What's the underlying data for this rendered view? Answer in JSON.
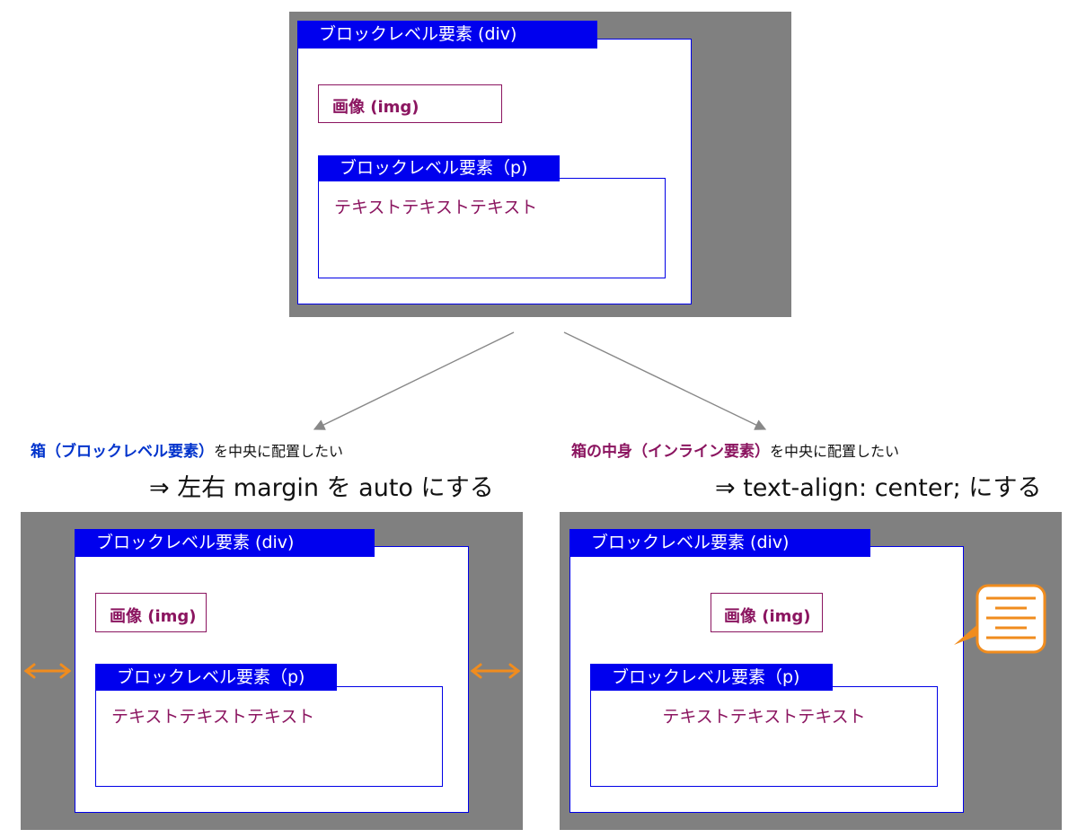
{
  "labels": {
    "div_tag": "ブロックレベル要素 (div)",
    "img_tag": "画像 (img)",
    "p_tag": "ブロックレベル要素（p)",
    "text": "テキストテキストテキスト"
  },
  "left": {
    "heading_highlight": "箱（ブロックレベル要素）",
    "heading_rest": "を中央に配置したい",
    "result": "⇒ 左右 margin を auto にする"
  },
  "right": {
    "heading_highlight": "箱の中身（インライン要素）",
    "heading_rest": "を中央に配置したい",
    "result": "⇒ text-align: center; にする"
  },
  "colors": {
    "container_bg": "#808080",
    "box_border": "#0000e6",
    "tag_bg": "#0000ee",
    "inline_text": "#8b1560",
    "block_highlight": "#0033cc",
    "accent_orange": "#f08c1e",
    "connector": "#888888"
  },
  "icons": {
    "horizontal_arrow": "double-headed-arrow-icon",
    "center_align": "align-center-icon"
  }
}
